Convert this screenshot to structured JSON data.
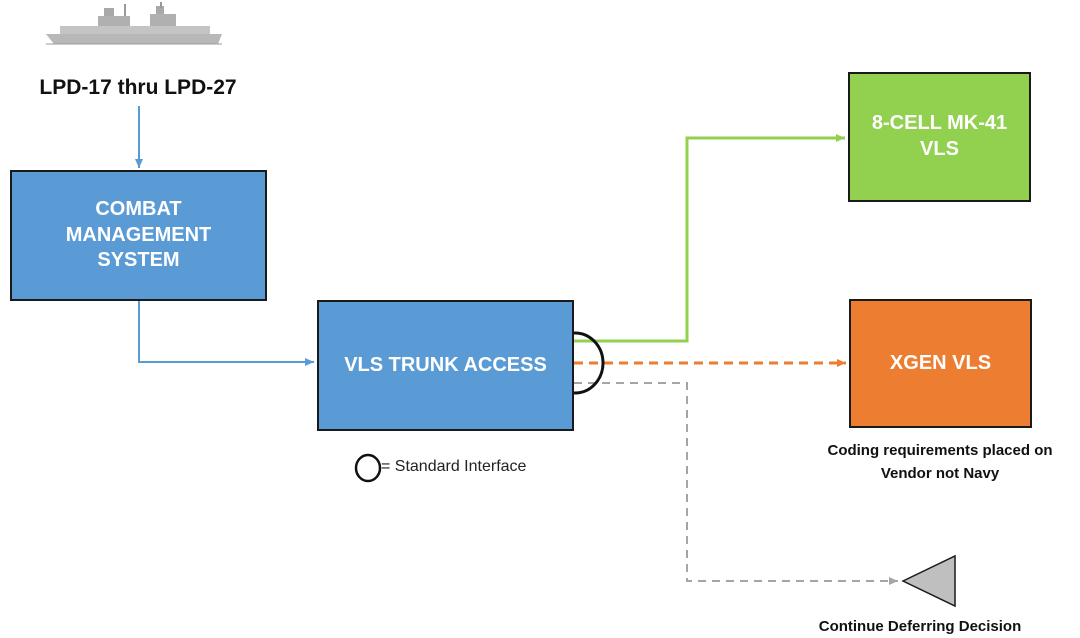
{
  "ship": {
    "icon": "ship-silhouette-icon",
    "label": "LPD-17 thru LPD-27"
  },
  "nodes": {
    "cms": {
      "label": "COMBAT\nMANAGEMENT\nSYSTEM",
      "color": "#5b9bd5"
    },
    "trunk": {
      "label": "VLS TRUNK ACCESS",
      "color": "#5b9bd5"
    },
    "mk41": {
      "label": "8-CELL MK-41\nVLS",
      "color": "#92d050"
    },
    "xgen": {
      "label": "XGEN VLS",
      "color": "#ed7d31"
    },
    "defer": {
      "icon": "triangle-icon",
      "color": "#bfbfbf",
      "label": "Continue Deferring Decision"
    }
  },
  "legend": {
    "icon": "circle-icon",
    "text": "= Standard Interface"
  },
  "xgen_note": "Coding requirements placed on\nVendor not Navy",
  "connectors": {
    "blue": "#5b9bd5",
    "green": "#92d050",
    "orange": "#ed7d31",
    "gray": "#a6a6a6"
  }
}
